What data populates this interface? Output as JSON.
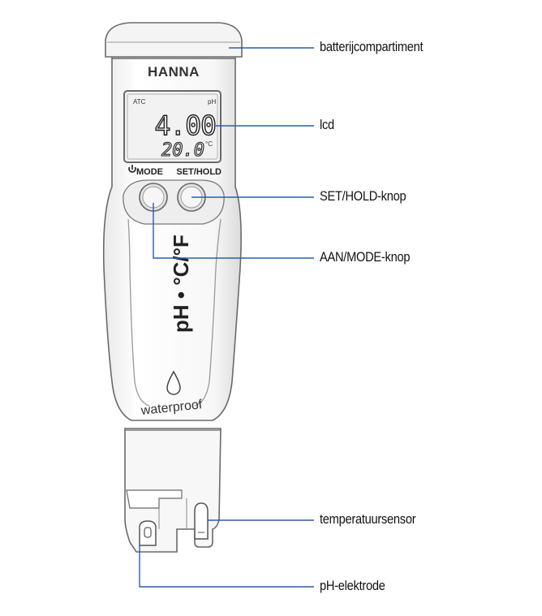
{
  "device": {
    "brand": "HANNA",
    "lcd": {
      "indicator_left": "ATC",
      "indicator_right": "pH",
      "main_reading": "4.00",
      "secondary_reading": "20.0",
      "secondary_unit": "°C"
    },
    "button_labels": {
      "mode": "MODE",
      "set_hold": "SET/HOLD"
    },
    "body_text": "pH • °C/°F",
    "waterproof_text": "waterproof",
    "icons": [
      "power-icon",
      "water-drop-icon"
    ]
  },
  "labels": {
    "battery": "batterijcompartiment",
    "lcd": "lcd",
    "set_hold": "SET/HOLD-knop",
    "on_mode": "AAN/MODE-knop",
    "temp_sensor": "temperatuursensor",
    "ph_electrode": "pH-elektrode"
  },
  "colors": {
    "leader_line": "#2a5db0",
    "outline": "#6a6a6a",
    "lcd_fill": "#f2f2f2"
  }
}
